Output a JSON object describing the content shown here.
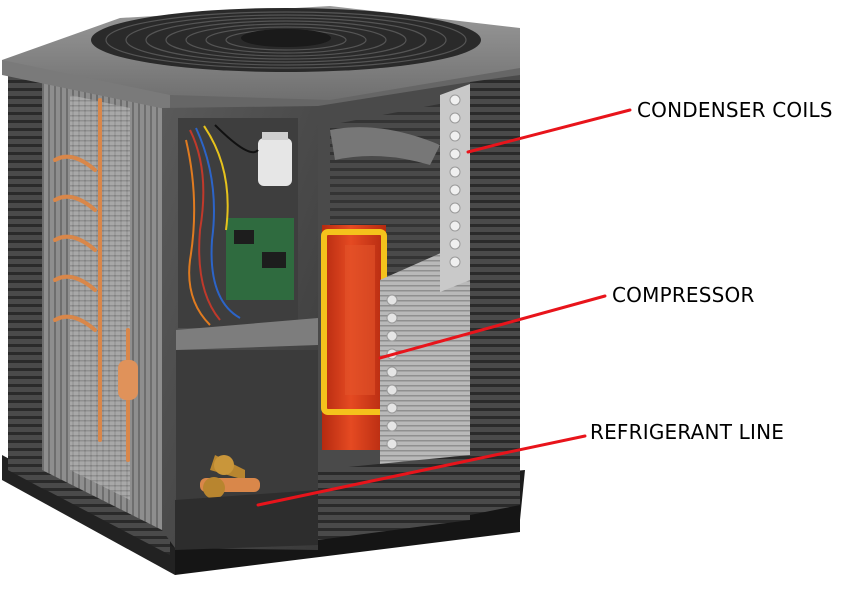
{
  "labels": {
    "condenser": "CONDENSER COILS",
    "compressor": "COMPRESSOR",
    "refrigerant": "REFRIGERANT LINE"
  },
  "colors": {
    "leader_line": "#e8141b",
    "cabinet_dark": "#2b2b2b",
    "cabinet_mid": "#6b6b6b",
    "lid": "#8a8a8a",
    "compressor_body": "#d8401c",
    "compressor_outline": "#f4c21c",
    "copper": "#d9874a",
    "coil_silver": "#c9c9c9"
  },
  "icons": {
    "fan": "fan-grille-icon",
    "unit": "ac-condenser-unit-illustration"
  }
}
